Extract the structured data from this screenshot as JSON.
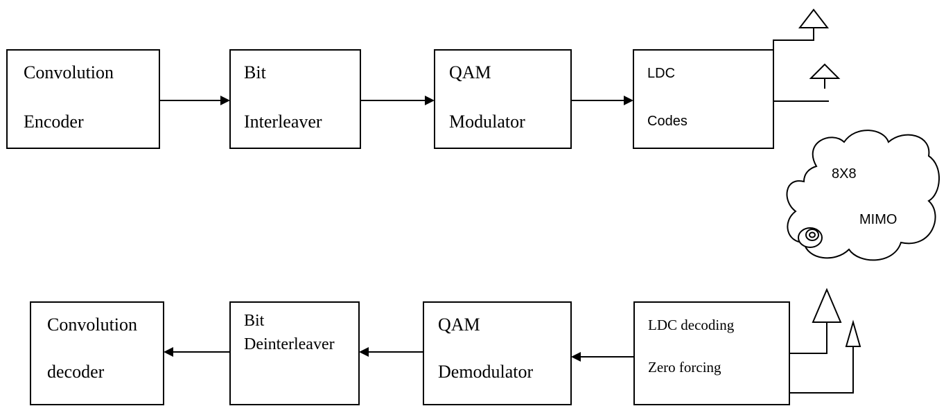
{
  "transmitter": {
    "encoder": {
      "line1": "Convolution",
      "line2": "Encoder"
    },
    "interleaver": {
      "line1": "Bit",
      "line2": "Interleaver"
    },
    "modulator": {
      "line1": "QAM",
      "line2": "Modulator"
    },
    "ldc": {
      "line1": "LDC",
      "line2": "Codes"
    }
  },
  "channel": {
    "line1": "8X8",
    "line2": "MIMO"
  },
  "receiver": {
    "ldc_decoding": {
      "line1": "LDC decoding",
      "line2": "Zero forcing"
    },
    "demodulator": {
      "line1": "QAM",
      "line2": "Demodulator"
    },
    "deinterleaver": {
      "line1": "Bit",
      "line2": "Deinterleaver"
    },
    "decoder": {
      "line1": "Convolution",
      "line2": "decoder"
    }
  }
}
